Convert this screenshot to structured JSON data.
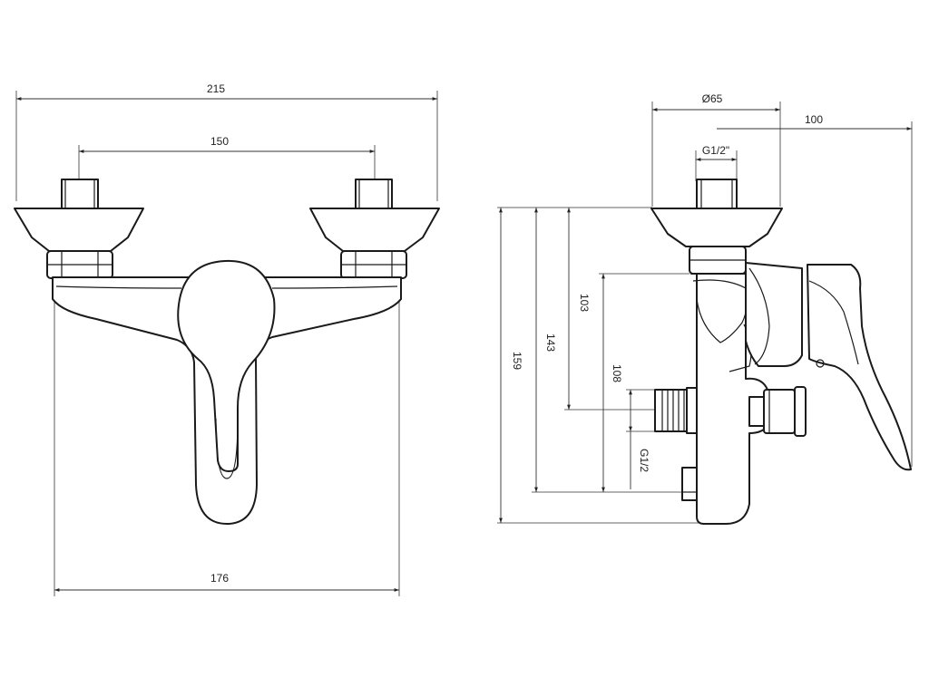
{
  "dimensions": {
    "front_overall_width": "215",
    "front_inlet_spacing": "150",
    "front_body_width": "176",
    "side_inlet_diameter": "Ø65",
    "side_inlet_thread": "G1/2\"",
    "side_projection": "100",
    "side_height_total": "159",
    "side_height_outlet": "143",
    "side_height_lever": "103",
    "side_height_thread": "108",
    "side_outlet_thread": "G1/2"
  },
  "colors": {
    "line": "#1a1a1a",
    "background": "#ffffff"
  }
}
